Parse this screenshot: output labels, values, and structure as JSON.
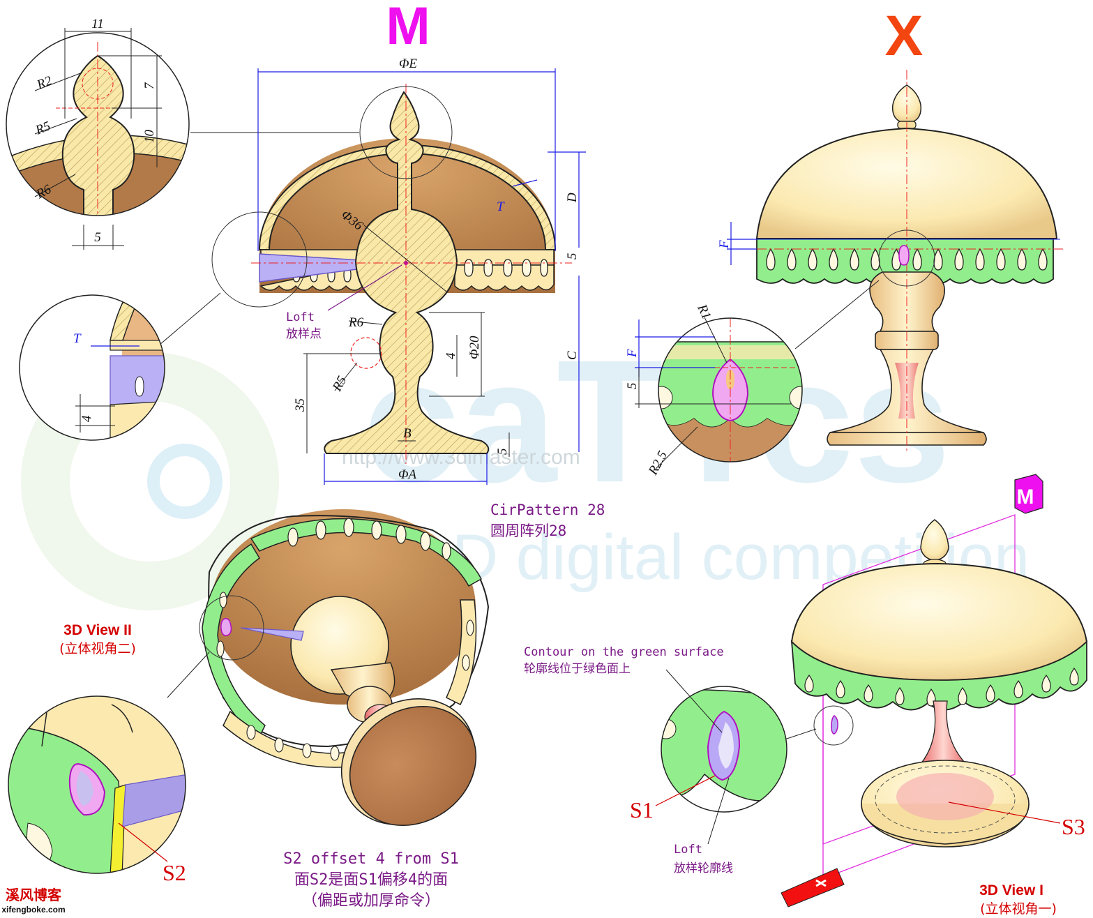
{
  "views": {
    "main_letter": "M",
    "side_letter": "X",
    "view1_title": "3D View I",
    "view1_sub": "(立体视角一)",
    "view2_title": "3D View II",
    "view2_sub": "(立体视角二)",
    "cube_m": "M"
  },
  "dimensions": {
    "d11": "11",
    "r2": "R2",
    "d7": "7",
    "r5_top": "R5",
    "d10": "10",
    "r6_top": "R6",
    "d5_top": "5",
    "phi_e": "ΦE",
    "phi_36": "Φ36",
    "t_main": "T",
    "d_label": "D",
    "d5_main": "5",
    "c_label": "C",
    "r6_main": "R6",
    "phi_20": "Φ20",
    "d4_main": "4",
    "r5_main": "R5",
    "d35": "35",
    "b_label": "B",
    "d5_base": "5",
    "phi_a": "ΦA",
    "t_detail": "T",
    "d4_detail": "4",
    "f_side": "F",
    "r1": "R1",
    "f_detail": "F",
    "d5_detail": "5",
    "r25": "R2.5"
  },
  "annotations": {
    "loft_en": "Loft",
    "loft_cn": "放样点",
    "cirpattern_en": "CirPattern 28",
    "cirpattern_cn": "圆周阵列28",
    "contour_en": "Contour on the green surface",
    "contour_cn": "轮廓线位于绿色面上",
    "s1": "S1",
    "s2": "S2",
    "s3": "S3",
    "loft2_en": "Loft",
    "loft2_cn": "放样轮廓线",
    "offset_en": "S2 offset 4 from S1",
    "offset_cn1": "面S2是面S1偏移4的面",
    "offset_cn2": "（偏距或加厚命令）"
  },
  "watermark": {
    "brand": "caTTcs",
    "sub": "CAD digital competition",
    "url": "http://www.3dlmaster.com"
  },
  "logo": {
    "cn": "溪风博客",
    "url": "xifengboke.com"
  },
  "colors": {
    "magenta": "#ee10ee",
    "orange_red": "#f2450f",
    "cream": "#fbeab2",
    "tan": "#c8905e",
    "green": "#8ef08a",
    "purple": "#b0a8f0",
    "pink": "#f3a8a8",
    "dim_blue": "#1a1ae6",
    "red_label": "#d40000"
  }
}
